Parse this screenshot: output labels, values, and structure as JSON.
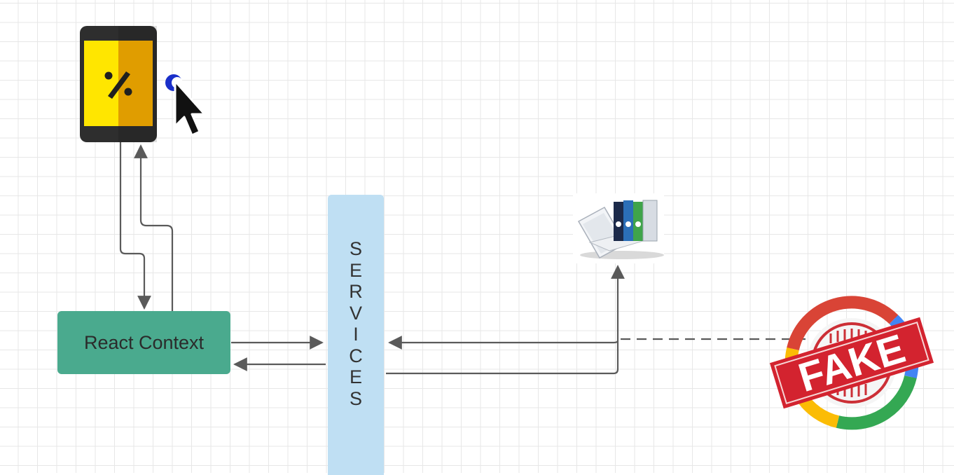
{
  "nodes": {
    "react_context": {
      "label": "React Context",
      "fill": "#4aaa8e"
    },
    "services": {
      "label": "SERVICES",
      "fill": "#bfdff3"
    }
  },
  "icons": {
    "phone": "mobile-phone-percent-icon",
    "cursor": "mouse-pointer-icon",
    "database": "binders-folders-icon",
    "fake_stamp": "fake-stamp-icon"
  },
  "stamp": {
    "text": "FAKE",
    "color": "#d3232f"
  },
  "colors": {
    "connector": "#5a5a5a",
    "phone_yellow": "#ffe600",
    "phone_orange": "#ffb300"
  }
}
